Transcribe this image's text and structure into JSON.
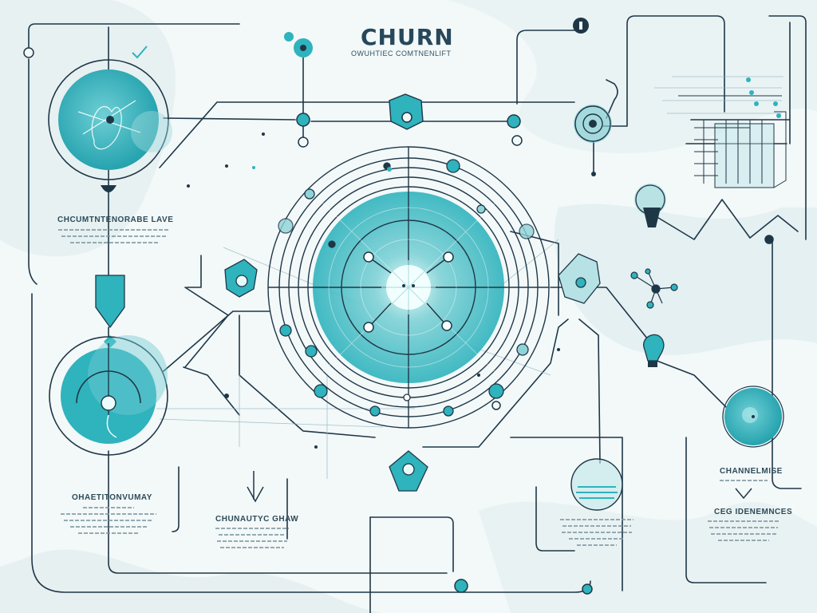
{
  "title": "CHURN",
  "subtitle": "OWUHTIEC COMTNENLIFT",
  "text_blocks": {
    "upper_left": {
      "heading": "CHCUMTNTENORABE LAVE"
    },
    "lower_left": {
      "heading": "OHAETITONVUMAY"
    },
    "bottom_center": {
      "heading": "CHUNAUTYC GHAW"
    },
    "lower_right": {
      "heading": "CHANNELMISE"
    },
    "bottom_right": {
      "heading": "CEG IDENEMNCES"
    }
  },
  "colors": {
    "background": "#f3f8f9",
    "teal": "#2fb3bd",
    "teal_light": "#8fd3d8",
    "navy": "#1f3a4a"
  }
}
